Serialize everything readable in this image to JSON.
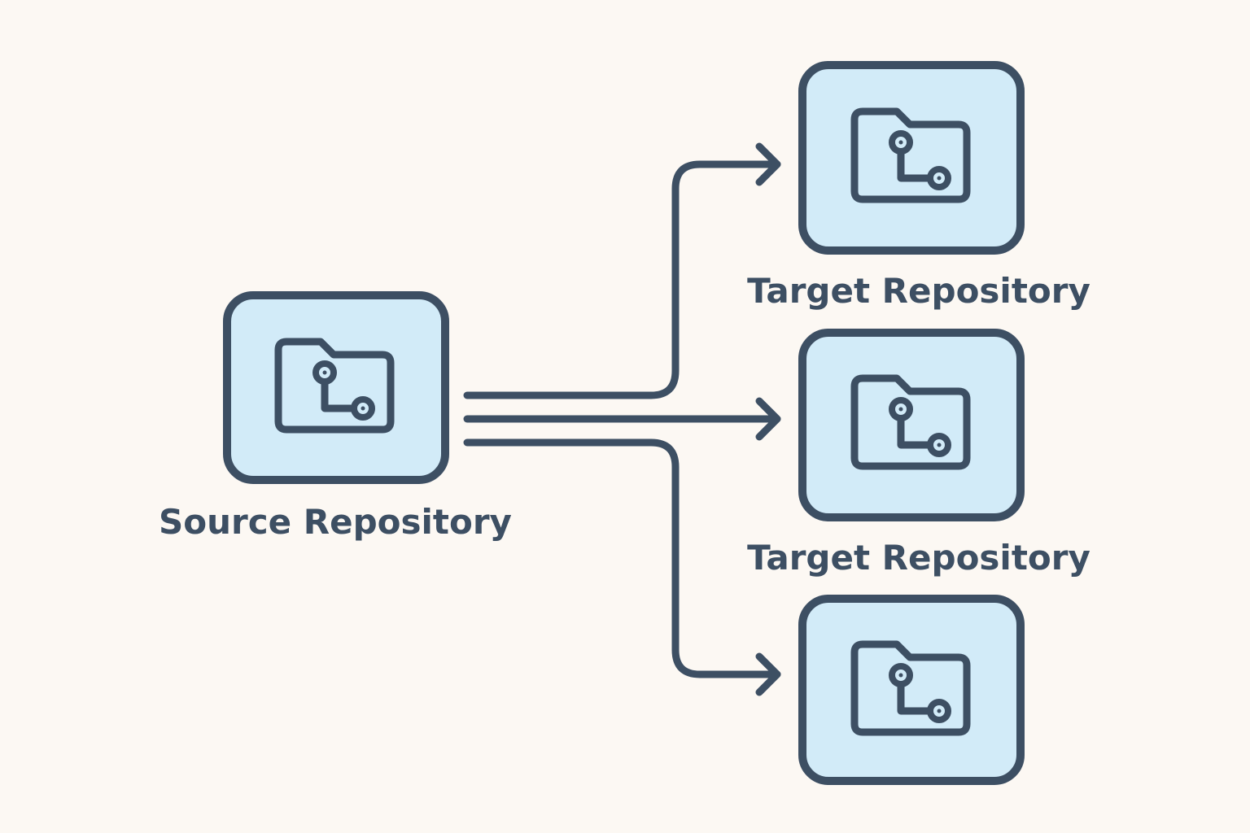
{
  "colors": {
    "background": "#fcf8f3",
    "stroke": "#3d4f63",
    "fill": "#d2ebf8",
    "text": "#3d4f63"
  },
  "icons": {
    "repository": "git-branch-folder-icon"
  },
  "nodes": {
    "source": {
      "label": "Source Repository"
    },
    "target1": {
      "label": "Target Repository"
    },
    "target2": {
      "label": "Target Repository"
    },
    "target3": {
      "label": ""
    }
  }
}
